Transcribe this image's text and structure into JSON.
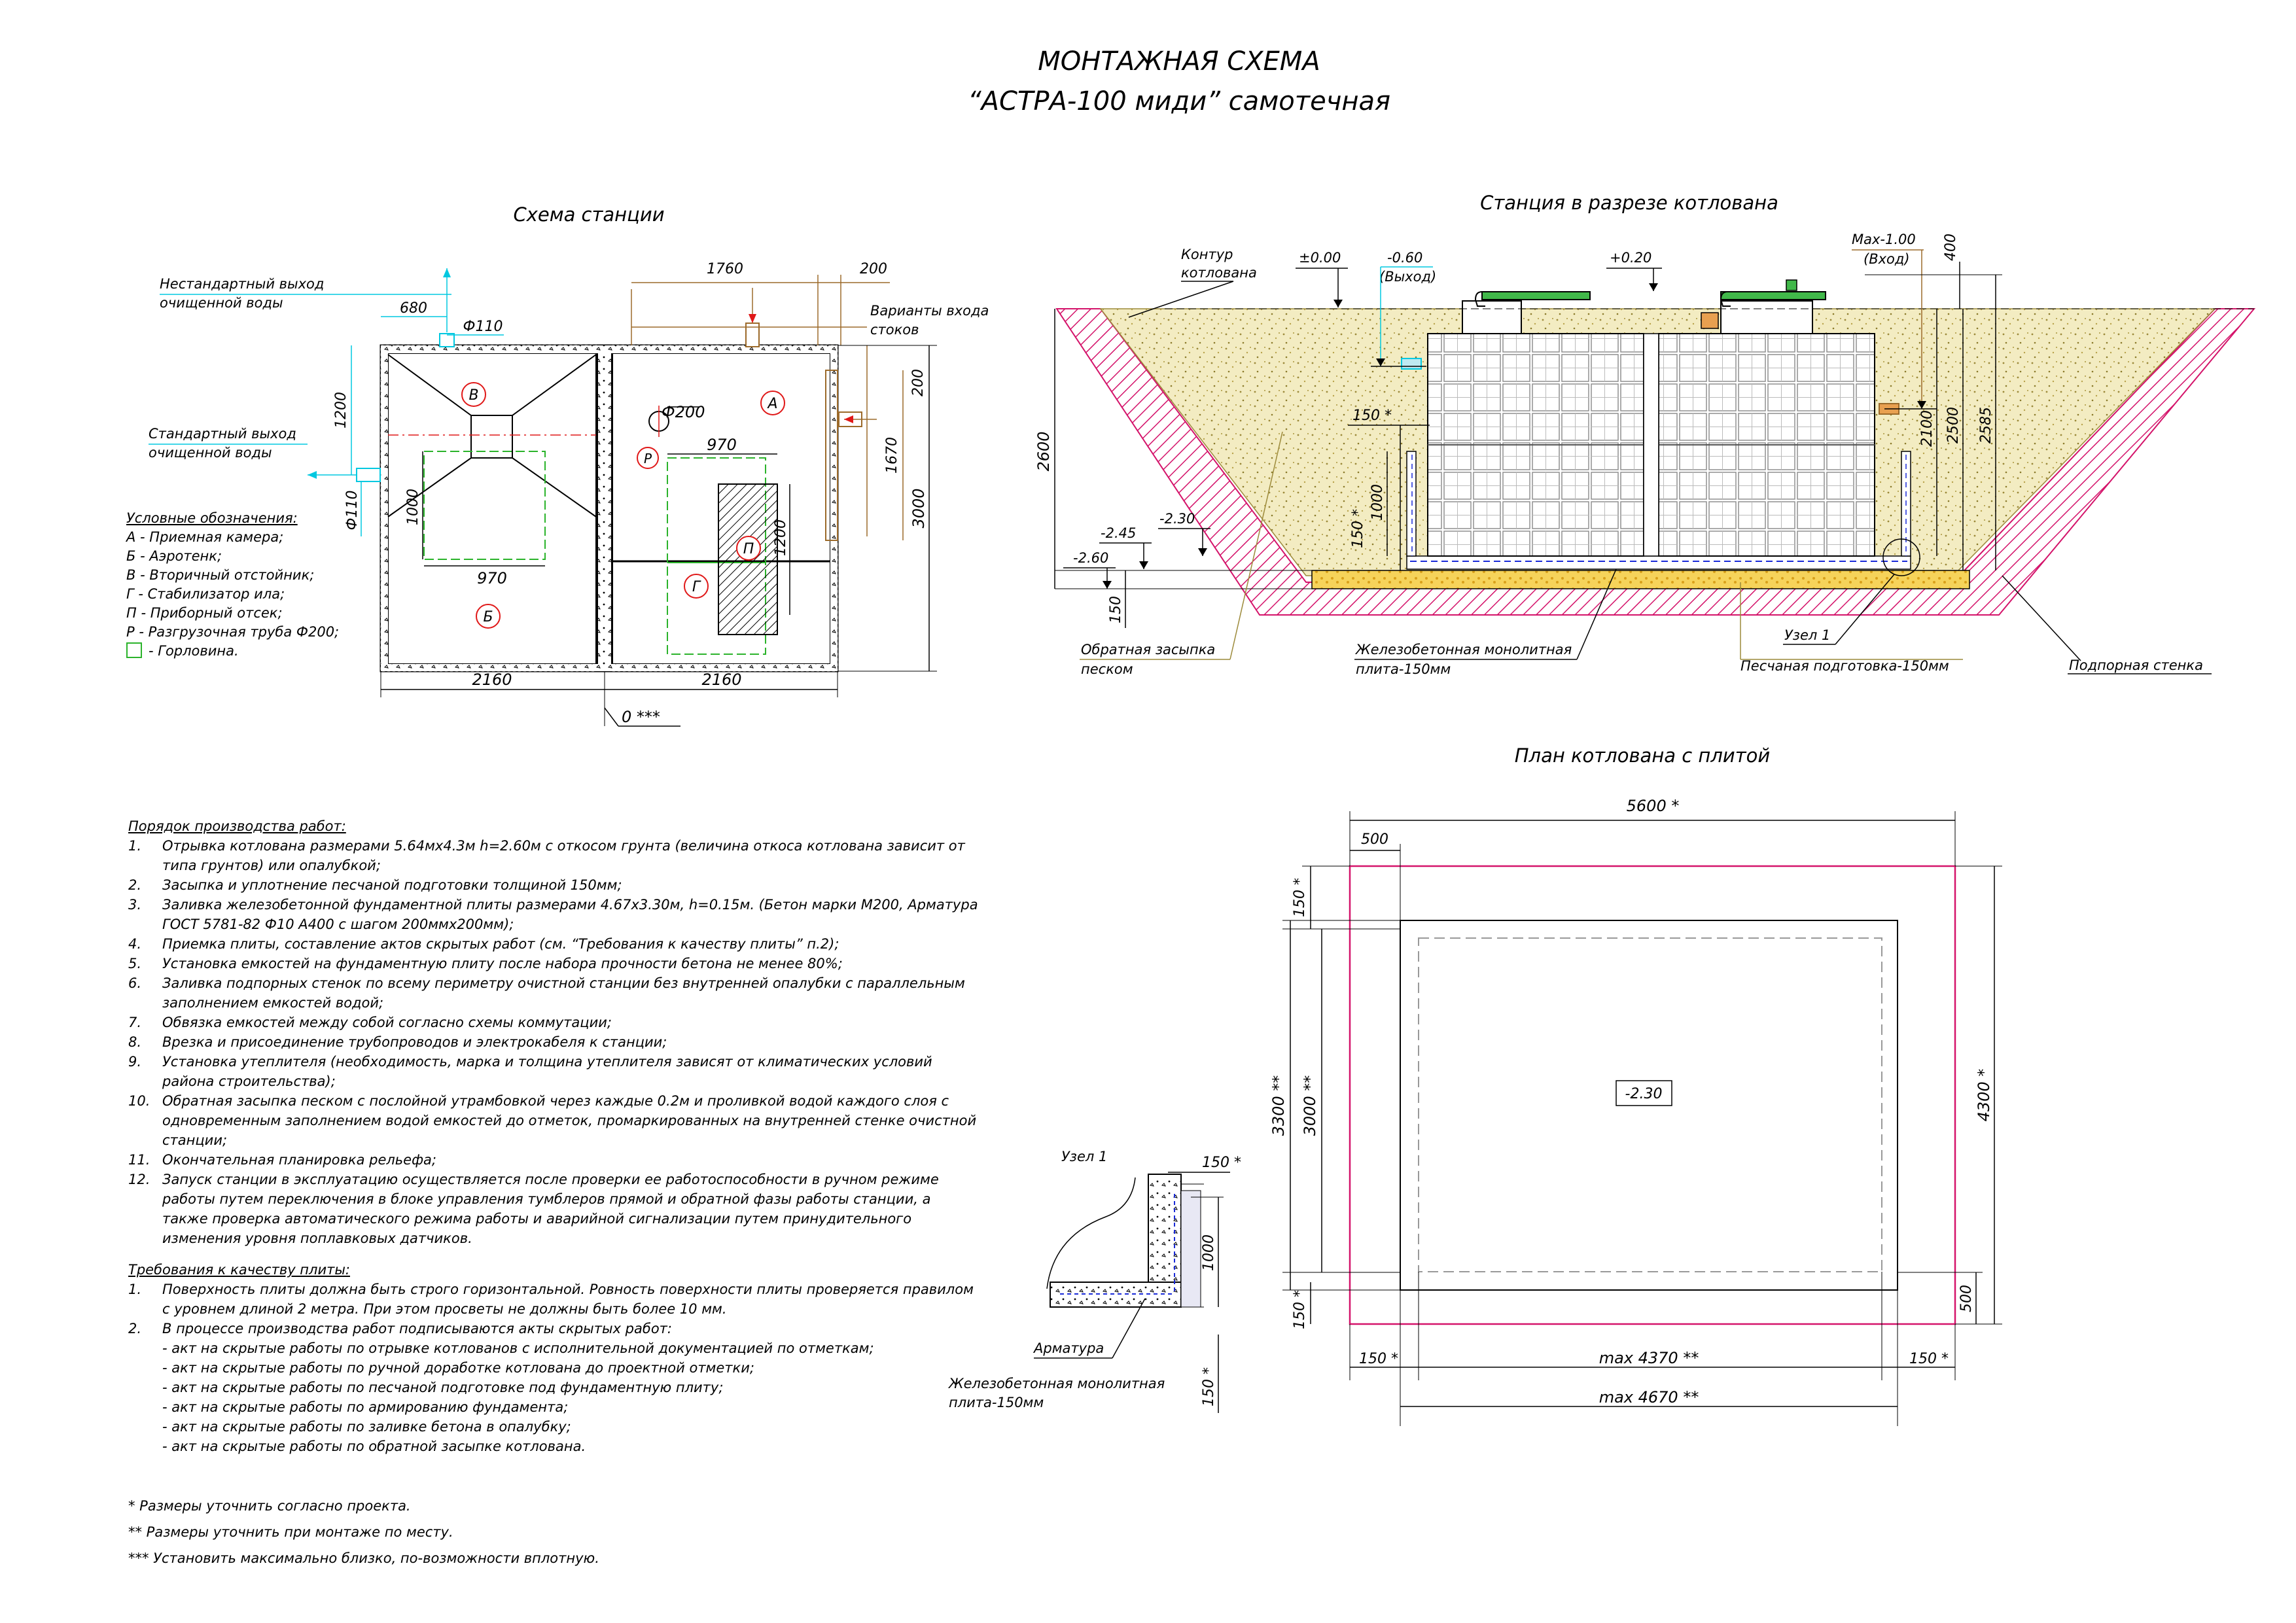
{
  "title": {
    "line1": "МОНТАЖНАЯ СХЕМА",
    "line2": "“АСТРА-100 миди” самотечная"
  },
  "station_scheme": {
    "title": "Схема станции",
    "nonstandard_outlet": [
      "Нестандартный выход",
      "очищенной воды"
    ],
    "standard_outlet": [
      "Стандартный выход",
      "очищенной воды"
    ],
    "inlet_variants": [
      "Варианты входа",
      "стоков"
    ],
    "dims": {
      "d1760": "1760",
      "d200_top": "200",
      "d680": "680",
      "phi110_top": "Ф110",
      "d1200_left": "1200",
      "phi110_left": "Ф110",
      "d200_right": "200",
      "d1670": "1670",
      "d3000": "3000",
      "phi200": "Ф200",
      "d970_right": "970",
      "d1200_mid": "1200",
      "d1000": "1000",
      "d970_left": "970",
      "d2160_left": "2160",
      "d2160_right": "2160",
      "zero": "0 ***"
    },
    "markers": {
      "A": "А",
      "B": "Б",
      "V": "В",
      "G": "Г",
      "P": "П",
      "R": "Р"
    }
  },
  "legend": {
    "heading": "Условные обозначения:",
    "items": [
      "А - Приемная камера;",
      "Б - Аэротенк;",
      "В - Вторичный отстойник;",
      "Г - Стабилизатор ила;",
      "П - Приборный отсек;",
      "Р - Разгрузочная труба Ф200;"
    ],
    "neck": "- Горловина."
  },
  "section": {
    "title": "Станция в разрезе котлована",
    "contour": [
      "Контур",
      "котлована"
    ],
    "lvl_000": "±0.00",
    "lvl_060": "-0.60",
    "outlet": "(Выход)",
    "lvl_020": "+0.20",
    "max100": "Max-1.00",
    "inlet": "(Вход)",
    "d400": "400",
    "d2600": "2600",
    "d150_top": "150 *",
    "d1000": "1000",
    "d150_mid": "150 *",
    "lvl_230": "-2.30",
    "lvl_245": "-2.45",
    "lvl_260": "-2.60",
    "d150_bottom": "150",
    "d2100": "2100",
    "d2500": "2500",
    "d2585": "2585",
    "backfill": [
      "Обратная засыпка",
      "песком"
    ],
    "slab": [
      "Железобетонная монолитная",
      "плита-150мм"
    ],
    "node": "Узел 1",
    "sand": "Песчаная подготовка-150мм",
    "wall": "Подпорная стенка"
  },
  "pit_plan": {
    "title": "План котлована с плитой",
    "d5600": "5600 *",
    "d500_top": "500",
    "d150_left_top": "150 *",
    "d3300": "3300 **",
    "d3000": "3000 **",
    "d4300": "4300 *",
    "level": "-2.30",
    "d150_left_bottom": "150 *",
    "d500_right": "500",
    "d150_bl": "150 *",
    "max4370": "max 4370 **",
    "d150_br": "150 *",
    "max4670": "max 4670 **"
  },
  "node1": {
    "title": "Узел 1",
    "d150_top": "150 *",
    "d1000": "1000",
    "rebar": "Арматура",
    "slab": [
      "Железобетонная монолитная",
      "плита-150мм"
    ],
    "d150_bottom": "150 *"
  },
  "works": {
    "heading": "Порядок производства работ:",
    "items": [
      {
        "n": "1.",
        "text": "Отрывка котлована размерами 5.64мх4.3м h=2.60м с откосом грунта (величина откоса котлована зависит от типа грунтов) или опалубкой;"
      },
      {
        "n": "2.",
        "text": "Засыпка и уплотнение песчаной подготовки толщиной 150мм;"
      },
      {
        "n": "3.",
        "text": "Заливка железобетонной фундаментной плиты размерами 4.67х3.30м, h=0.15м. (Бетон марки М200, Арматура ГОСТ 5781-82 Ф10 А400 с шагом 200ммх200мм);"
      },
      {
        "n": "4.",
        "text": "Приемка плиты, составление актов скрытых работ (см. “Требования к качеству плиты” п.2);"
      },
      {
        "n": "5.",
        "text": "Установка емкостей на фундаментную плиту после набора прочности бетона не менее 80%;"
      },
      {
        "n": "6.",
        "text": "Заливка подпорных стенок по всему периметру очистной станции без внутренней опалубки с параллельным заполнением емкостей водой;"
      },
      {
        "n": "7.",
        "text": "Обвязка емкостей между собой согласно схемы коммутации;"
      },
      {
        "n": "8.",
        "text": "Врезка и присоединение трубопроводов и электрокабеля к станции;"
      },
      {
        "n": "9.",
        "text": "Установка утеплителя (необходимость, марка и толщина утеплителя зависят от климатических условий района строительства);"
      },
      {
        "n": "10.",
        "text": "Обратная засыпка песком с послойной утрамбовкой через каждые 0.2м и проливкой водой каждого слоя с одновременным заполнением водой емкостей до отметок, промаркированных на внутренней стенке очистной станции;"
      },
      {
        "n": "11.",
        "text": "Окончательная планировка рельефа;"
      },
      {
        "n": "12.",
        "text": "Запуск станции в эксплуатацию осуществляется после проверки ее работоспособности в ручном режиме работы путем переключения в блоке управления тумблеров прямой и обратной фазы работы станции, а также проверка автоматического режима работы и аварийной сигнализации путем принудительного изменения уровня поплавковых датчиков."
      }
    ]
  },
  "quality": {
    "heading": "Требования к качеству плиты:",
    "items": [
      {
        "n": "1.",
        "text": "Поверхность плиты должна быть строго горизонтальной. Ровность поверхности плиты проверяется правилом с уровнем длиной 2 метра. При этом просветы не должны быть более 10 мм."
      },
      {
        "n": "2.",
        "text": "В процессе производства работ подписываются акты скрытых работ:"
      }
    ],
    "acts": [
      "- акт на скрытые работы по отрывке котлованов с исполнительной документацией по отметкам;",
      "- акт на скрытые работы по ручной доработке котлована до проектной отметки;",
      "- акт на скрытые работы по песчаной подготовке под фундаментную плиту;",
      "- акт на скрытые работы по армированию фундамента;",
      "- акт на скрытые работы по заливке бетона в опалубку;",
      "- акт на скрытые работы по обратной засыпке котлована."
    ]
  },
  "footnotes": [
    "* Размеры уточнить согласно проекта.",
    "** Размеры уточнить при монтаже по месту.",
    "*** Установить максимально близко, по-возможности вплотную."
  ],
  "colors": {
    "ink": "#000000",
    "cyan": "#00c8e0",
    "red": "#e01818",
    "green": "#2bb32b",
    "magenta": "#d4136a",
    "sand": "#f3ecc2",
    "brown": "#9c6a2a",
    "lid": "#41b84a"
  }
}
